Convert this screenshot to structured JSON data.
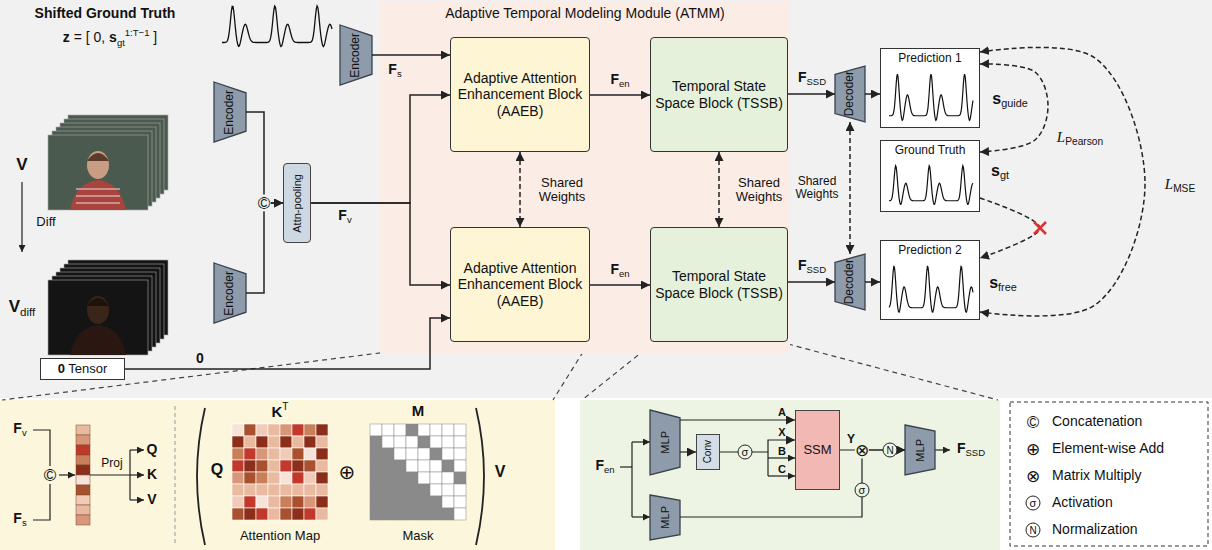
{
  "diagram": {
    "nodes": [
      {
        "text": [
          "Adaptive Temporal Modeling Module (ATMM)"
        ]
      },
      {
        "text": [
          "Adaptive Attention Enhancement Block (AAEB)"
        ],
        "in": 0
      },
      {
        "text": [
          "Temporal State Space Block (TSSB)"
        ],
        "in": 0
      },
      {
        "text": [
          "Adaptive Attention Enhancement Block (AAEB)"
        ],
        "in": 0
      },
      {
        "text": [
          "Temporal State Space Block (TSSB)"
        ],
        "in": 0
      },
      {
        "text": [
          "Encoder"
        ]
      },
      {
        "text": [
          "Encoder"
        ]
      },
      {
        "text": [
          "Encoder"
        ]
      },
      {
        "text": [
          "Attn-pooling"
        ]
      },
      {
        "text": [
          "0 Tensor"
        ]
      },
      {
        "text": [
          "Decoder"
        ]
      },
      {
        "text": [
          "Decoder"
        ]
      },
      {
        "text": [
          "Prediction 1"
        ]
      },
      {
        "text": [
          "Ground Truth"
        ]
      },
      {
        "text": [
          "Prediction 2"
        ]
      },
      {
        "text": [
          "MLP"
        ]
      },
      {
        "text": [
          "Conv"
        ]
      },
      {
        "text": [
          "SSM"
        ]
      },
      {
        "text": [
          "MLP"
        ]
      },
      {
        "text": [
          "MLP"
        ]
      }
    ],
    "edges": [
      {
        "from": 5,
        "to": 1,
        "arrow": "to",
        "label": "Fs"
      },
      {
        "from": 6,
        "to": 8,
        "arrow": "to"
      },
      {
        "from": 7,
        "to": 8,
        "arrow": "to"
      },
      {
        "from": 8,
        "to": 1,
        "arrow": "to",
        "label": "Fv"
      },
      {
        "from": 8,
        "to": 3,
        "arrow": "to"
      },
      {
        "from": 9,
        "to": 3,
        "arrow": "to",
        "label": "0"
      },
      {
        "from": 1,
        "to": 2,
        "arrow": "to",
        "label": "Fen"
      },
      {
        "from": 3,
        "to": 4,
        "arrow": "to",
        "label": "Fen"
      },
      {
        "from": 1,
        "to": 3,
        "arrow": "both",
        "label": "Shared Weights"
      },
      {
        "from": 2,
        "to": 4,
        "arrow": "both",
        "label": "Shared Weights"
      },
      {
        "from": 2,
        "to": 10,
        "arrow": "to",
        "label": "FSSD"
      },
      {
        "from": 4,
        "to": 11,
        "arrow": "to",
        "label": "FSSD"
      },
      {
        "from": 10,
        "to": 11,
        "arrow": "both",
        "label": "Shared Weights"
      },
      {
        "from": 10,
        "to": 12,
        "arrow": "to"
      },
      {
        "from": 11,
        "to": 14,
        "arrow": "to"
      },
      {
        "from": 12,
        "to": 13,
        "arrow": "both",
        "label": "LPearson"
      },
      {
        "from": 12,
        "to": 14,
        "arrow": "both",
        "label": "LMSE"
      },
      {
        "from": 13,
        "to": 14,
        "arrow": "to"
      },
      {
        "from": 15,
        "to": 17,
        "arrow": "to",
        "label": "A"
      },
      {
        "from": 15,
        "to": 16,
        "arrow": "to"
      },
      {
        "from": 16,
        "to": 17,
        "arrow": "to",
        "label": "X"
      },
      {
        "from": 17,
        "to": 19,
        "arrow": "to",
        "label": "Y"
      },
      {
        "from": 18,
        "to": 19,
        "arrow": "to"
      }
    ],
    "labels": [
      "Shifted Ground Truth",
      "z = [ 0, sgt1:T−1 ]",
      "V",
      "Diff",
      "Vdiff",
      "©",
      "sguide",
      "sgt",
      "sfree",
      "Fv",
      "Fs",
      "©",
      "Proj",
      "Q",
      "K",
      "V",
      "Q",
      "KT",
      "⊕",
      "M",
      "V",
      "Attention Map",
      "Mask",
      "Fen",
      "σ",
      "B",
      "C",
      "σ",
      "⊗",
      "N",
      "FSSD",
      "©",
      "⊕",
      "⊗",
      "σ",
      "N"
    ],
    "legend": [
      {
        "text": "Concatenation"
      },
      {
        "text": "Element-wise Add"
      },
      {
        "text": "Matrix Multiply"
      },
      {
        "text": "Activation"
      },
      {
        "text": "Normalization"
      }
    ]
  }
}
